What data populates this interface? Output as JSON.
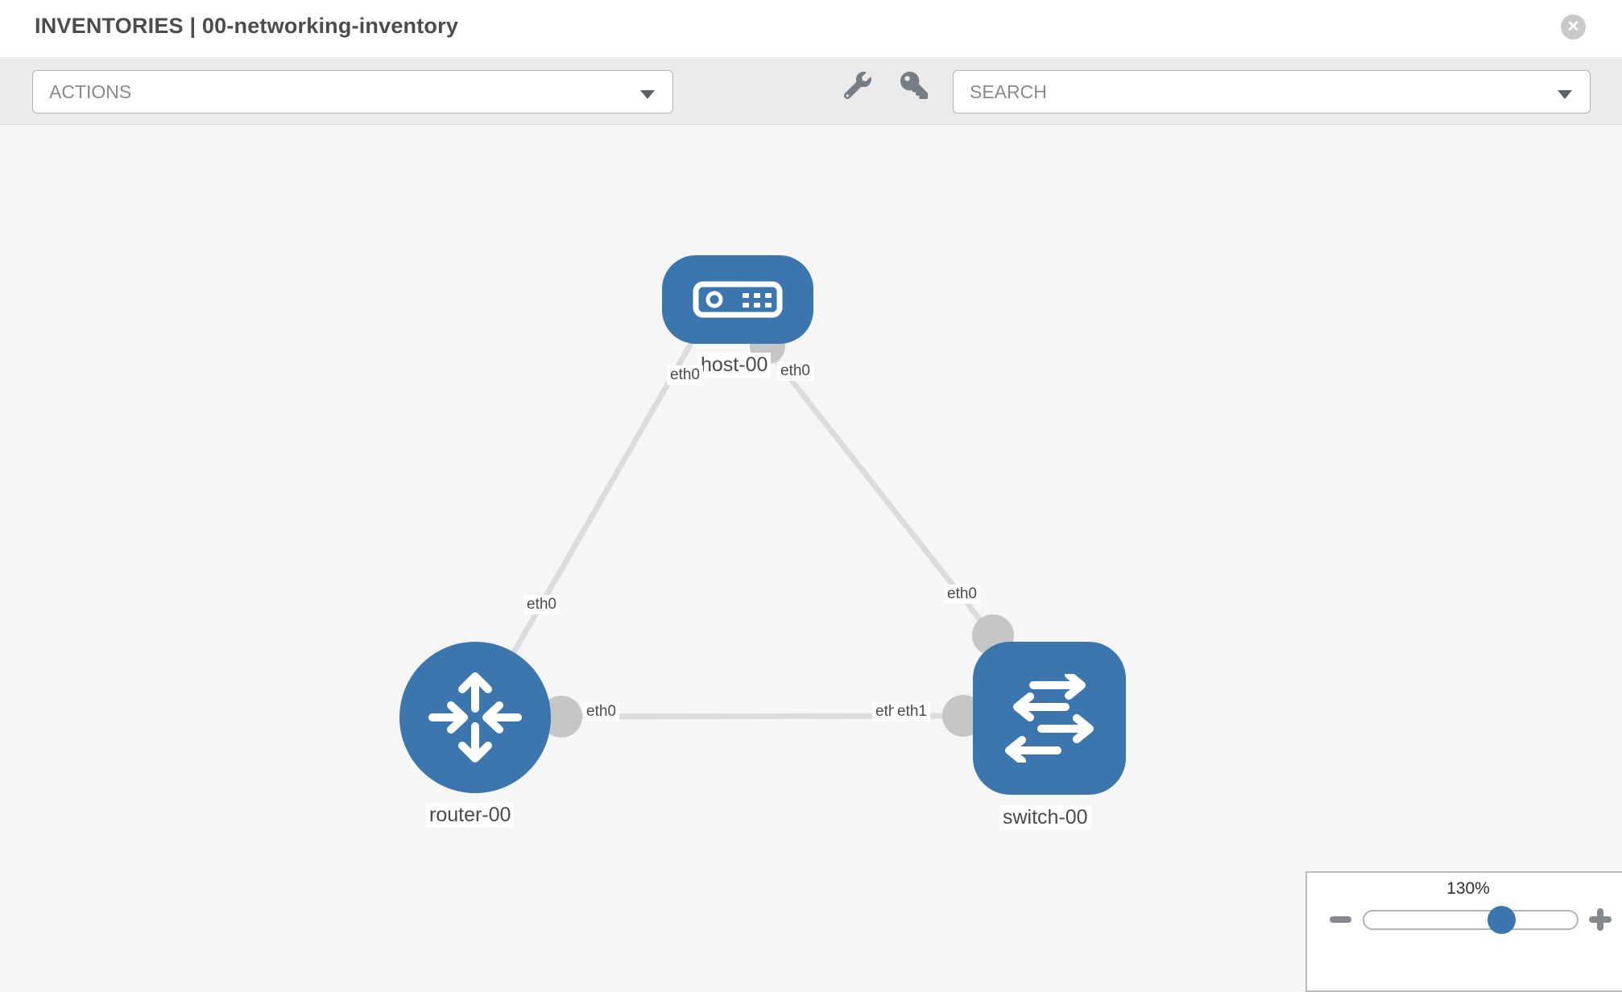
{
  "header": {
    "title": "INVENTORIES | 00-networking-inventory",
    "close_glyph": "✕"
  },
  "toolbar": {
    "actions_label": "ACTIONS",
    "search_placeholder": "SEARCH",
    "icons": [
      "wrench-icon",
      "key-icon"
    ]
  },
  "diagram": {
    "nodes": [
      {
        "id": "host-00",
        "label": "host-00",
        "type": "host"
      },
      {
        "id": "router-00",
        "label": "router-00",
        "type": "router"
      },
      {
        "id": "switch-00",
        "label": "switch-00",
        "type": "switch"
      }
    ],
    "links": [
      {
        "from": "host-00",
        "to": "router-00",
        "from_if": "eth0",
        "to_if": "eth0"
      },
      {
        "from": "host-00",
        "to": "switch-00",
        "from_if": "eth0",
        "to_if": "eth0"
      },
      {
        "from": "router-00",
        "to": "switch-00",
        "from_if": "eth0",
        "to_if": "eth1",
        "hidden_if": "eth0"
      }
    ]
  },
  "zoom_control": {
    "value": "130%"
  },
  "colors": {
    "node_blue": "#3b76ae",
    "link_gray": "#dcdcdc",
    "connector_gray": "#c6c6c6",
    "toolbar_bg": "#ebebeb",
    "canvas_bg": "#f6f6f6"
  }
}
